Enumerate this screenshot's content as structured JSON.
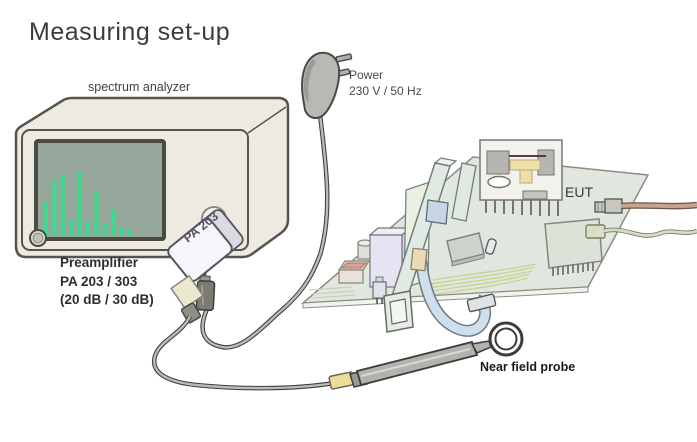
{
  "title": "Measuring set-up",
  "analyzer": {
    "label": "spectrum analyzer",
    "screen": {
      "bars": [
        34,
        56,
        60,
        16,
        64,
        14,
        44,
        12,
        27,
        9,
        6
      ],
      "bar_color": "#3ddb8f",
      "background": "#95a89b"
    }
  },
  "power": {
    "line1": "Power",
    "line2": "230 V / 50 Hz"
  },
  "preamp": {
    "device_label": "PA 203",
    "caption_line1": "Preamplifier",
    "caption_line2": "PA 203 / 303",
    "caption_line3": "(20 dB / 30 dB)"
  },
  "eut": {
    "label": "EUT"
  },
  "probe": {
    "label": "Near field probe"
  },
  "colors": {
    "title_text": "#3c3c3c",
    "analyzer_body": "#edeae1",
    "screen_background": "#95a89b",
    "screen_bar": "#3ddb8f",
    "board": "#e0e7de",
    "ribbon_cable": "#cfe0ec",
    "brown_cable": "#c7a28e",
    "green_cable": "#d7dcc2",
    "yellow_connector": "#ecdc96",
    "lavender_module": "#e6e4f2"
  }
}
